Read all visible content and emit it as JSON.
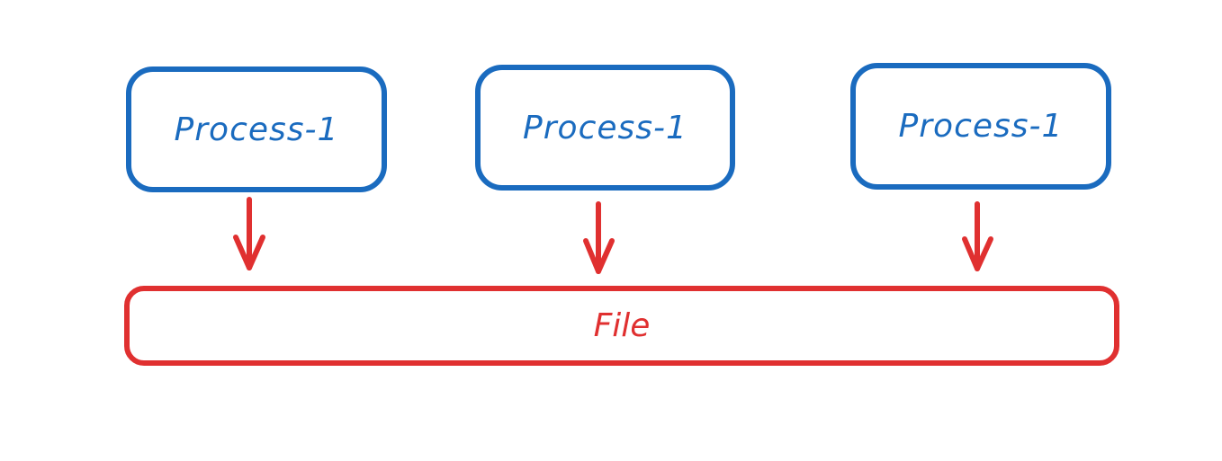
{
  "colors": {
    "process": "#1a6bbf",
    "file": "#e03030",
    "background": "#ffffff"
  },
  "processes": [
    {
      "label": "Process-1"
    },
    {
      "label": "Process-1"
    },
    {
      "label": "Process-1"
    }
  ],
  "file": {
    "label": "File"
  }
}
